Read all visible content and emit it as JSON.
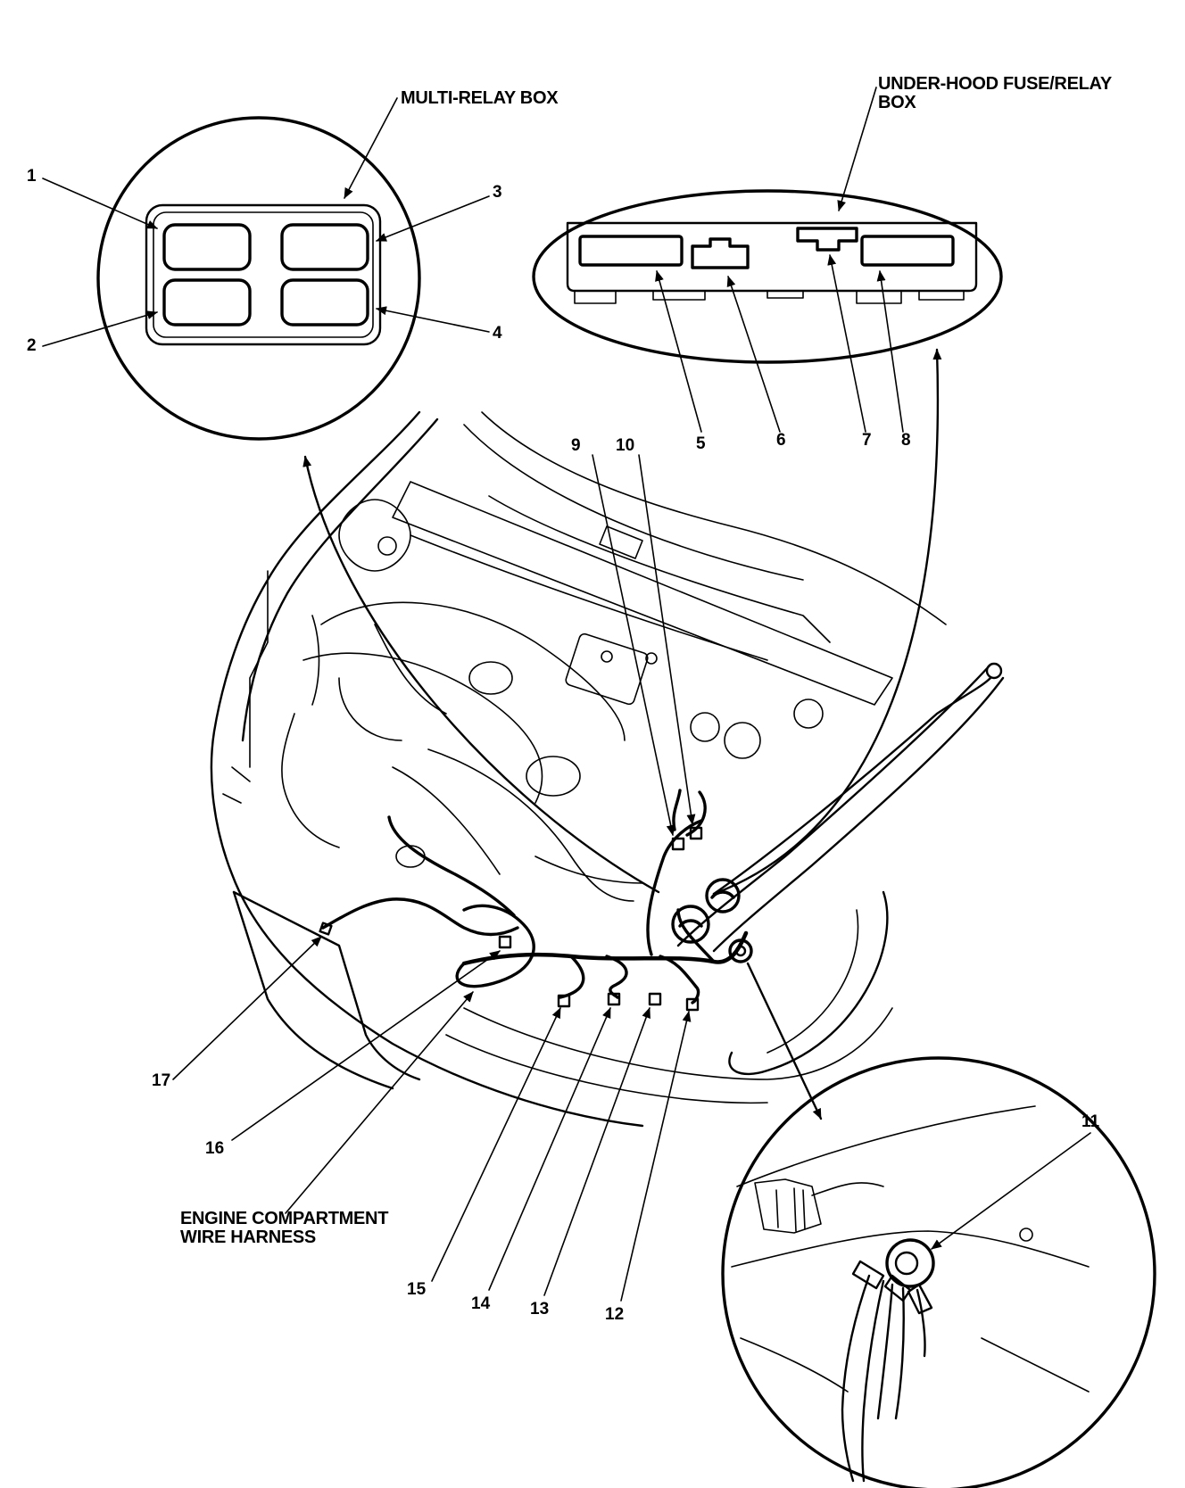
{
  "callouts": {
    "multi_relay_box": "MULTI-RELAY BOX",
    "under_hood_line1": "UNDER-HOOD FUSE/RELAY",
    "under_hood_line2": "BOX",
    "harness_line1": "ENGINE COMPARTMENT",
    "harness_line2": "WIRE HARNESS"
  },
  "numbers": {
    "n1": "1",
    "n2": "2",
    "n3": "3",
    "n4": "4",
    "n5": "5",
    "n6": "6",
    "n7": "7",
    "n8": "8",
    "n9": "9",
    "n10": "10",
    "n11": "11",
    "n12": "12",
    "n13": "13",
    "n14": "14",
    "n15": "15",
    "n16": "16",
    "n17": "17"
  }
}
